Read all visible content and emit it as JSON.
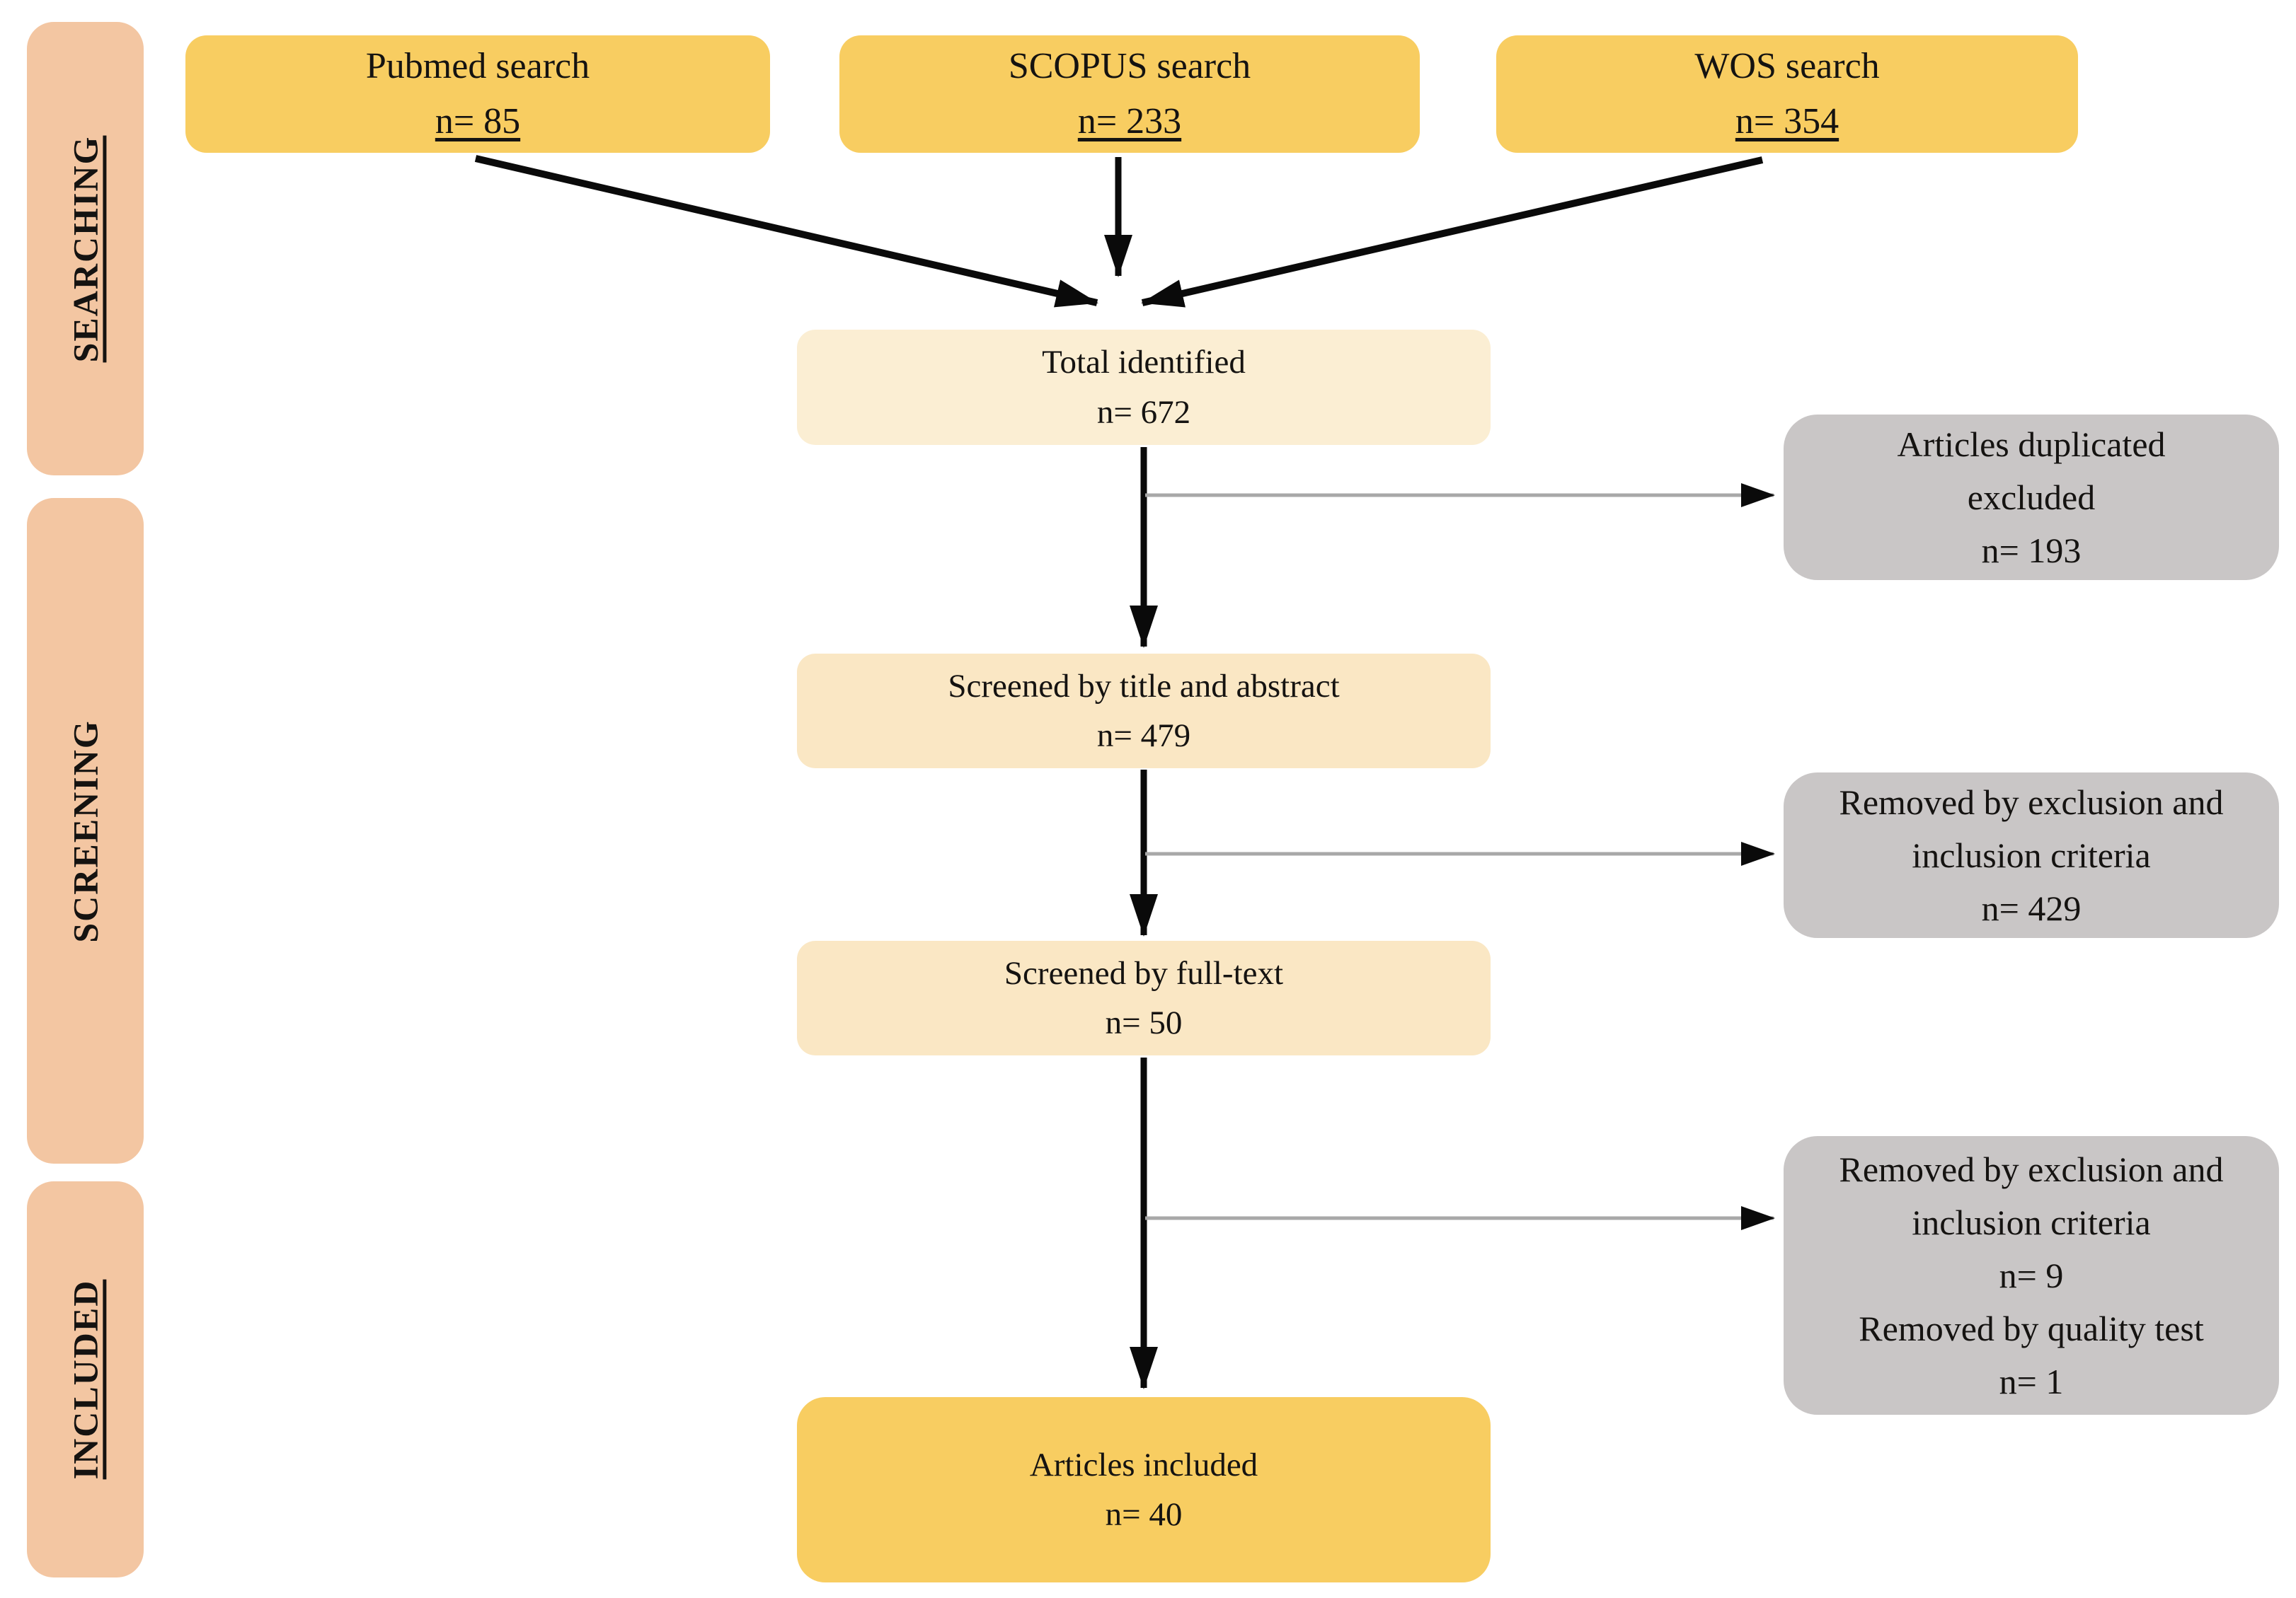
{
  "colors": {
    "box_yellow": "#F8CD61",
    "box_cream_light": "#FBEED3",
    "box_cream": "#FAE7C4",
    "box_gray": "#C9C6C6",
    "sidebar_peach": "#F3C6A2",
    "arrow_black": "#0A0A0A",
    "arrow_gray": "#A8A8A8",
    "text": "#151311",
    "background": "#FFFFFF"
  },
  "sidebar": [
    {
      "label": "SEARCHING"
    },
    {
      "label": "SCREENING"
    },
    {
      "label": "INCLUDED"
    }
  ],
  "sources": [
    {
      "title": "Pubmed search",
      "count": "n= 85"
    },
    {
      "title": "SCOPUS search",
      "count": "n= 233"
    },
    {
      "title": "WOS search",
      "count": "n= 354"
    }
  ],
  "flow": [
    {
      "title": "Total identified",
      "count": "n= 672"
    },
    {
      "title": "Screened by title and abstract",
      "count": "n= 479"
    },
    {
      "title": "Screened by full-text",
      "count": "n= 50"
    },
    {
      "title": "Articles included",
      "count": "n= 40"
    }
  ],
  "exclusions": [
    {
      "lines": [
        "Articles duplicated",
        "excluded",
        "n= 193"
      ]
    },
    {
      "lines": [
        "Removed by exclusion and",
        "inclusion criteria",
        "n= 429"
      ]
    },
    {
      "lines": [
        "Removed by exclusion and",
        "inclusion criteria",
        "n= 9",
        "Removed by quality test",
        "n= 1"
      ]
    }
  ]
}
